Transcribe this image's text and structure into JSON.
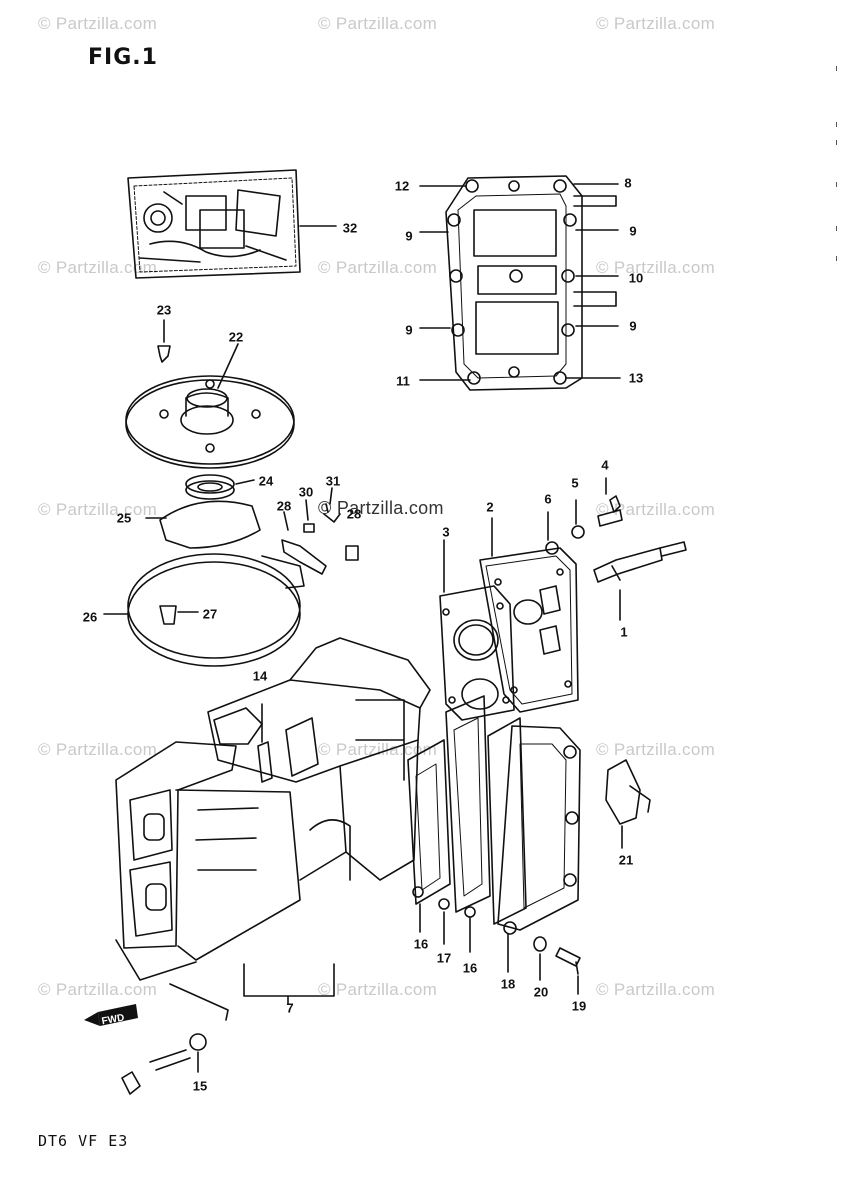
{
  "title": "FIG.1",
  "footer_code": "DT6 VF E3",
  "watermark": "© Partzilla.com",
  "center_watermark": "© Partzilla.com",
  "fwd_label": "FWD",
  "parts": [
    {
      "id": "p1",
      "label": "1"
    },
    {
      "id": "p2",
      "label": "2"
    },
    {
      "id": "p3",
      "label": "3"
    },
    {
      "id": "p4",
      "label": "4"
    },
    {
      "id": "p5",
      "label": "5"
    },
    {
      "id": "p6",
      "label": "6"
    },
    {
      "id": "p7",
      "label": "7"
    },
    {
      "id": "p8",
      "label": "8"
    },
    {
      "id": "p9a",
      "label": "9"
    },
    {
      "id": "p9b",
      "label": "9"
    },
    {
      "id": "p9c",
      "label": "9"
    },
    {
      "id": "p9d",
      "label": "9"
    },
    {
      "id": "p10",
      "label": "10"
    },
    {
      "id": "p11",
      "label": "11"
    },
    {
      "id": "p12",
      "label": "12"
    },
    {
      "id": "p13",
      "label": "13"
    },
    {
      "id": "p14",
      "label": "14"
    },
    {
      "id": "p15",
      "label": "15"
    },
    {
      "id": "p16a",
      "label": "16"
    },
    {
      "id": "p16b",
      "label": "16"
    },
    {
      "id": "p17",
      "label": "17"
    },
    {
      "id": "p18",
      "label": "18"
    },
    {
      "id": "p19",
      "label": "19"
    },
    {
      "id": "p20",
      "label": "20"
    },
    {
      "id": "p21",
      "label": "21"
    },
    {
      "id": "p22",
      "label": "22"
    },
    {
      "id": "p23",
      "label": "23"
    },
    {
      "id": "p24",
      "label": "24"
    },
    {
      "id": "p25",
      "label": "25"
    },
    {
      "id": "p26",
      "label": "26"
    },
    {
      "id": "p27",
      "label": "27"
    },
    {
      "id": "p28a",
      "label": "28"
    },
    {
      "id": "p28b",
      "label": "28"
    },
    {
      "id": "p30",
      "label": "30"
    },
    {
      "id": "p31",
      "label": "31"
    },
    {
      "id": "p32",
      "label": "32"
    }
  ]
}
